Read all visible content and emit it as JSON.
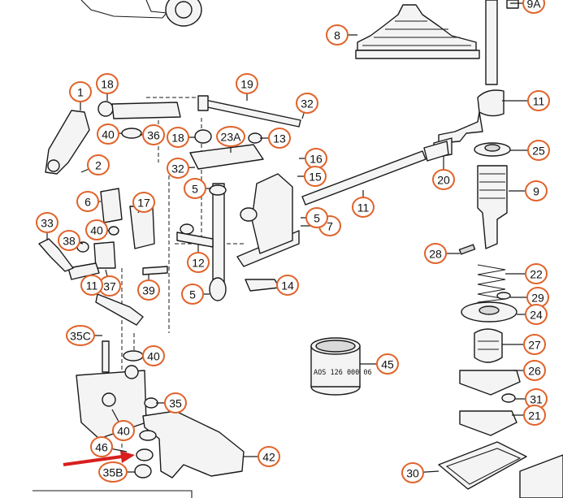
{
  "diagram": {
    "title": "Gearshift mechanism exploded parts view",
    "colors": {
      "ring": "#e0632a",
      "line": "#1a1a1a",
      "arrow": "#d81e1e"
    },
    "stamp_text": "AOS 126 000 06",
    "callouts": [
      "9A",
      "8",
      "11",
      "25",
      "9",
      "20",
      "22",
      "29",
      "24",
      "27",
      "26",
      "31",
      "21",
      "30",
      "28",
      "45",
      "42",
      "35",
      "35B",
      "46",
      "40",
      "35C",
      "12",
      "14",
      "5",
      "7",
      "1",
      "18",
      "19",
      "32",
      "23A",
      "13",
      "16",
      "15",
      "36",
      "2",
      "6",
      "17",
      "33",
      "38",
      "37",
      "39"
    ]
  }
}
